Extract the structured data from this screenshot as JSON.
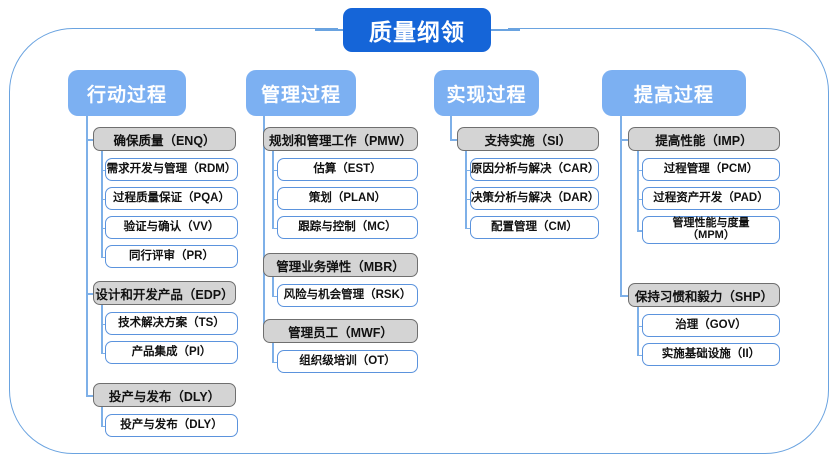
{
  "diagram": {
    "root": {
      "label": "质量纲领"
    },
    "columns": [
      {
        "id": "col-action",
        "header": "行动过程",
        "groups": [
          {
            "label": "确保质量（ENQ）",
            "children": [
              "需求开发与管理（RDM）",
              "过程质量保证（PQA）",
              "验证与确认（VV）",
              "同行评审（PR）"
            ]
          },
          {
            "label": "设计和开发产品（EDP）",
            "children": [
              "技术解决方案（TS）",
              "产品集成（PI）"
            ]
          },
          {
            "label": "投产与发布（DLY）",
            "children": [
              "投产与发布（DLY）"
            ]
          }
        ]
      },
      {
        "id": "col-manage",
        "header": "管理过程",
        "groups": [
          {
            "label": "规划和管理工作（PMW）",
            "children": [
              "估算（EST）",
              "策划（PLAN）",
              "跟踪与控制（MC）"
            ]
          },
          {
            "label": "管理业务弹性（MBR）",
            "children": [
              "风险与机会管理（RSK）"
            ]
          },
          {
            "label": "管理员工（MWF）",
            "children": [
              "组织级培训（OT）"
            ]
          }
        ]
      },
      {
        "id": "col-implement",
        "header": "实现过程",
        "groups": [
          {
            "label": "支持实施（SI）",
            "children": [
              "原因分析与解决（CAR）",
              "决策分析与解决（DAR）",
              "配置管理（CM）"
            ]
          }
        ]
      },
      {
        "id": "col-improve",
        "header": "提高过程",
        "groups": [
          {
            "label": "提高性能（IMP）",
            "children": [
              "过程管理（PCM）",
              "过程资产开发（PAD）",
              "管理性能与度量\n（MPM）"
            ]
          },
          {
            "label": "保持习惯和毅力（SHP）",
            "children": [
              "治理（GOV）",
              "实施基础设施（II）"
            ]
          }
        ]
      }
    ]
  },
  "colors": {
    "root_fill": "#1565d8",
    "header_fill": "#7cb0f2",
    "group_fill": "#d4d4d4",
    "group_border": "#6f6f6f",
    "leaf_border": "#5b93dd",
    "connector": "#7eb0e8",
    "frame_border": "#6aa3e0"
  }
}
